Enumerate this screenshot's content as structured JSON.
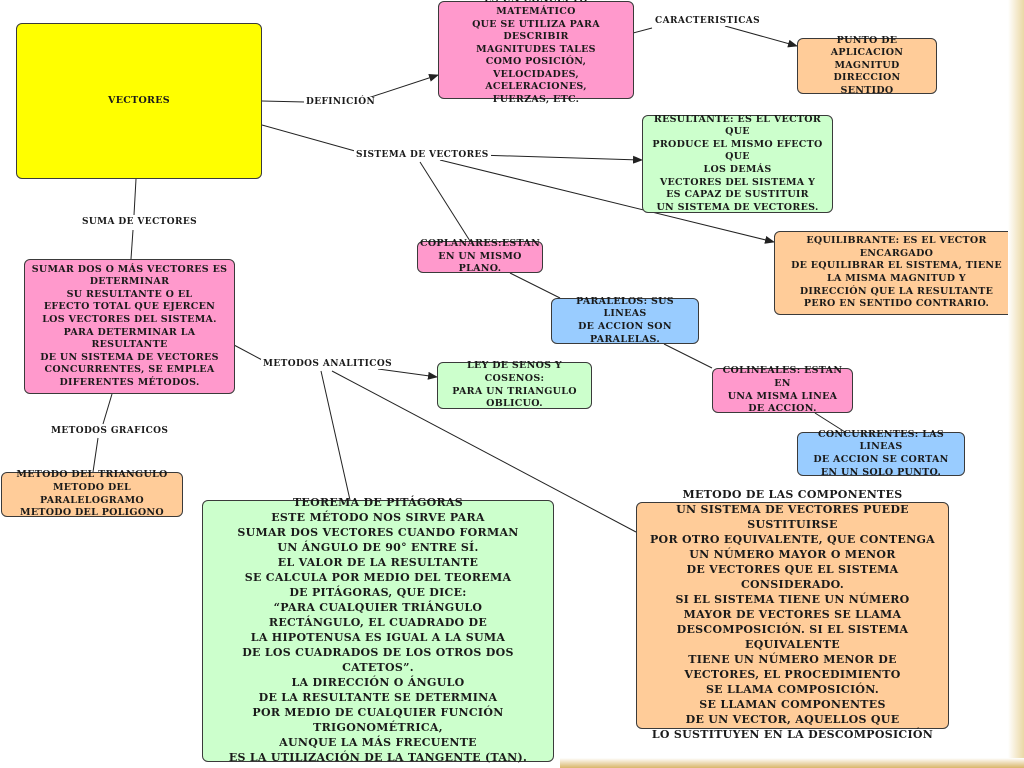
{
  "colors": {
    "yellow": "#ffff00",
    "pink": "#ff99cc",
    "green": "#ccffcc",
    "orange": "#ffcc99",
    "blue": "#99ccff",
    "line": "#222222"
  },
  "nodes": {
    "vectores": "VECTORES",
    "concepto": "ES UN CONCEPTO MATEMÁTICO\nQUE SE UTILIZA PARA DESCRIBIR\nMAGNITUDES TALES\nCOMO POSICIÓN,\nVELOCIDADES,  ACELERACIONES,\nFUERZAS, ETC.",
    "caracteristicas": "PUNTO DE APLICACION\nMAGNITUD\nDIRECCION\nSENTIDO",
    "resultante": "RESULTANTE: ES EL VECTOR QUE\nPRODUCE EL MISMO EFECTO QUE\nLOS DEMÁS\nVECTORES DEL SISTEMA Y\nES CAPAZ DE SUSTITUIR\nUN SISTEMA DE VECTORES.",
    "equilibrante": "EQUILIBRANTE: ES EL VECTOR ENCARGADO\nDE EQUILIBRAR EL SISTEMA, TIENE\nLA MISMA MAGNITUD Y\nDIRECCIÓN QUE LA RESULTANTE\nPERO EN SENTIDO CONTRARIO.",
    "coplanares": "COPLANARES:ESTAN\nEN UN MISMO PLANO.",
    "paralelos": "PARALELOS: SUS LINEAS\nDE ACCION SON\nPARALELAS.",
    "colineales": "COLINEALES: ESTAN EN\nUNA MISMA LINEA\nDE ACCION.",
    "concurrentes": "CONCURRENTES: LAS LINEAS\nDE ACCION SE CORTAN\nEN UN SOLO PUNTO.",
    "sumar": "SUMAR DOS O MÁS VECTORES ES\nDETERMINAR\nSU  RESULTANTE O EL\nEFECTO TOTAL QUE EJERCEN\nLOS VECTORES DEL SISTEMA.\nPARA DETERMINAR LA RESULTANTE\nDE UN SISTEMA DE VECTORES\nCONCURRENTES, SE EMPLEA\nDIFERENTES MÉTODOS.",
    "ley_senos": "LEY DE SENOS Y COSENOS:\nPARA UN TRIANGULO\nOBLICUO.",
    "metodos_graficos_lista": "METODO DEL TRIANGULO\nMETODO DEL PARALELOGRAMO\nMETODO DEL POLIGONO",
    "pitagoras": "TEOREMA DE PITÁGORAS\nESTE MÉTODO NOS SIRVE PARA\nSUMAR DOS VECTORES CUANDO FORMAN\nUN ÁNGULO DE 90° ENTRE SÍ.\nEL VALOR DE LA RESULTANTE\nSE CALCULA POR MEDIO DEL TEOREMA\nDE PITÁGORAS, QUE DICE:\n“PARA CUALQUIER TRIÁNGULO\nRECTÁNGULO, EL CUADRADO DE\nLA HIPOTENUSA ES IGUAL A LA SUMA\nDE LOS CUADRADOS DE LOS OTROS DOS CATETOS”.\nLA DIRECCIÓN O ÁNGULO\nDE LA RESULTANTE SE DETERMINA\nPOR MEDIO DE CUALQUIER FUNCIÓN TRIGONOMÉTRICA,\nAUNQUE LA MÁS FRECUENTE\nES LA UTILIZACIÓN DE LA TANGENTE (TAN).",
    "componentes": "METODO DE LAS COMPONENTES\nUN SISTEMA DE VECTORES PUEDE SUSTITUIRSE\nPOR OTRO EQUIVALENTE, QUE CONTENGA\nUN NÚMERO MAYOR O MENOR\nDE VECTORES QUE EL SISTEMA CONSIDERADO.\nSI EL SISTEMA TIENE UN NÚMERO\nMAYOR DE VECTORES SE LLAMA\nDESCOMPOSICIÓN. SI EL SISTEMA EQUIVALENTE\nTIENE UN NÚMERO MENOR DE\nVECTORES, EL PROCEDIMIENTO\nSE LLAMA COMPOSICIÓN.\nSE LLAMAN COMPONENTES\nDE UN VECTOR, AQUELLOS QUE\nLO SUSTITUYEN EN LA DESCOMPOSICIÓN"
  },
  "edge_labels": {
    "definicion": "DEFINICIÓN",
    "caracteristicas": "CARACTERISTICAS",
    "sistema": "SISTEMA DE VECTORES",
    "suma": "SUMA DE VECTORES",
    "analiticos": "METODOS ANALITICOS",
    "graficos": "METODOS GRAFICOS"
  }
}
